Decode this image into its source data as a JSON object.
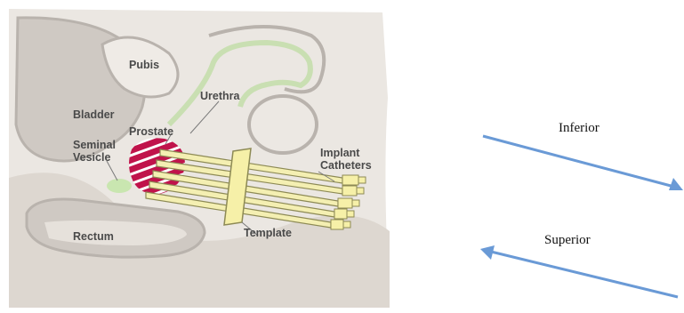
{
  "anatomy": {
    "labels": {
      "pubis": "Pubis",
      "urethra": "Urethra",
      "bladder": "Bladder",
      "prostate": "Prostate",
      "seminal_vesicle_1": "Seminal",
      "seminal_vesicle_2": "Vesicle",
      "implant_catheters_1": "Implant",
      "implant_catheters_2": "Catheters",
      "rectum": "Rectum",
      "template": "Template"
    }
  },
  "directions": {
    "inferior": "Inferior",
    "superior": "Superior"
  },
  "colors": {
    "tissue": "#e6e1db",
    "cavity": "#cfc9c3",
    "outline": "#b9b3ad",
    "prostate": "#c0134b",
    "seminal": "#c9e6b0",
    "catheter": "#f4efb2",
    "template": "#f6f0a8",
    "arrow": "#6a9ad6"
  }
}
